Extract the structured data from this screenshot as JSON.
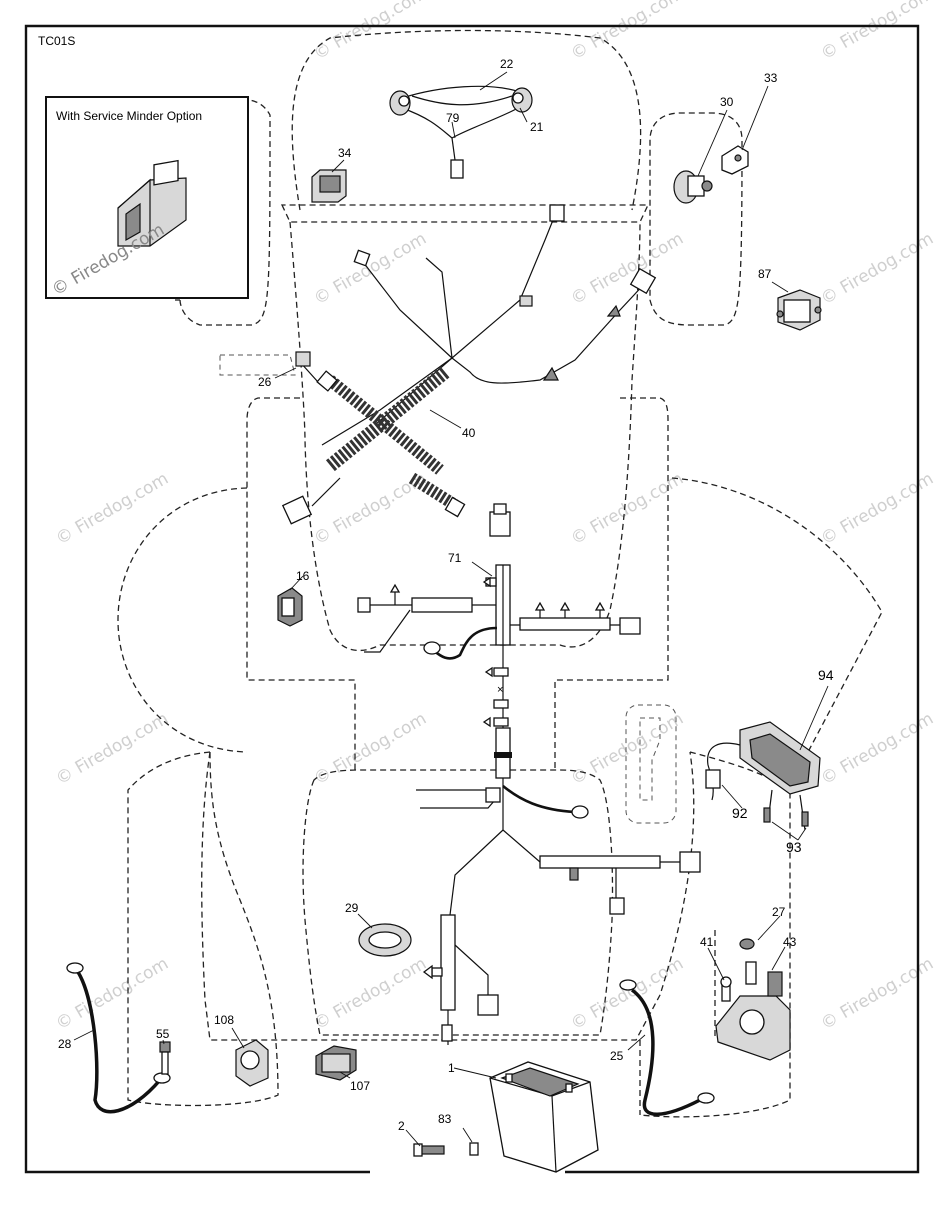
{
  "diagram": {
    "code": "TC01S",
    "inset_caption": "With Service Minder Option",
    "watermark": "© Firedog.com",
    "callouts": [
      {
        "id": "c22",
        "text": "22"
      },
      {
        "id": "c79",
        "text": "79"
      },
      {
        "id": "c21",
        "text": "21"
      },
      {
        "id": "c34",
        "text": "34"
      },
      {
        "id": "c30",
        "text": "30"
      },
      {
        "id": "c33",
        "text": "33"
      },
      {
        "id": "c87",
        "text": "87"
      },
      {
        "id": "c26",
        "text": "26"
      },
      {
        "id": "c40",
        "text": "40"
      },
      {
        "id": "c71",
        "text": "71"
      },
      {
        "id": "c16",
        "text": "16"
      },
      {
        "id": "c94",
        "text": "94"
      },
      {
        "id": "c92",
        "text": "92"
      },
      {
        "id": "c93",
        "text": "93"
      },
      {
        "id": "c29",
        "text": "29"
      },
      {
        "id": "c27",
        "text": "27"
      },
      {
        "id": "c43",
        "text": "43"
      },
      {
        "id": "c41",
        "text": "41"
      },
      {
        "id": "c28",
        "text": "28"
      },
      {
        "id": "c55",
        "text": "55"
      },
      {
        "id": "c108",
        "text": "108"
      },
      {
        "id": "c107",
        "text": "107"
      },
      {
        "id": "c1",
        "text": "1"
      },
      {
        "id": "c25",
        "text": "25"
      },
      {
        "id": "c2",
        "text": "2"
      },
      {
        "id": "c83",
        "text": "83"
      }
    ]
  }
}
